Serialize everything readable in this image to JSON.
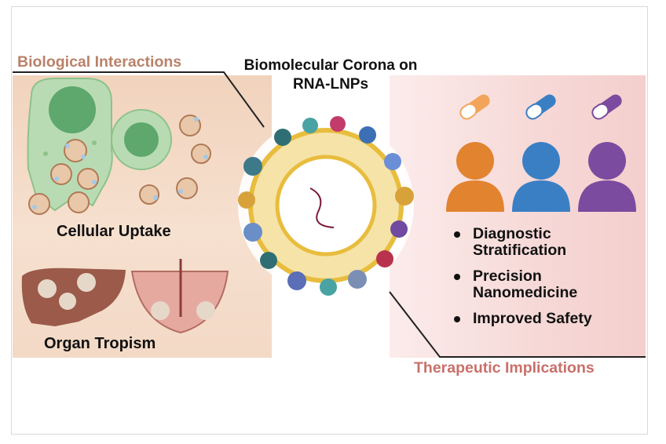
{
  "headers": {
    "left_title": "Biological Interactions",
    "center_title": "Biomolecular Corona on RNA-LNPs",
    "right_title": "Therapeutic Implications"
  },
  "left_panel": {
    "uptake_label": "Cellular Uptake",
    "organ_label": "Organ Tropism"
  },
  "right_panel": {
    "bullets": [
      "Diagnostic Stratification",
      "Precision Nanomedicine",
      "Improved Safety"
    ],
    "people_colors": [
      "#e2832f",
      "#3a7fc4",
      "#7a4b9e"
    ]
  },
  "colors": {
    "left_title": "#b9826a",
    "right_title": "#c9706a"
  }
}
